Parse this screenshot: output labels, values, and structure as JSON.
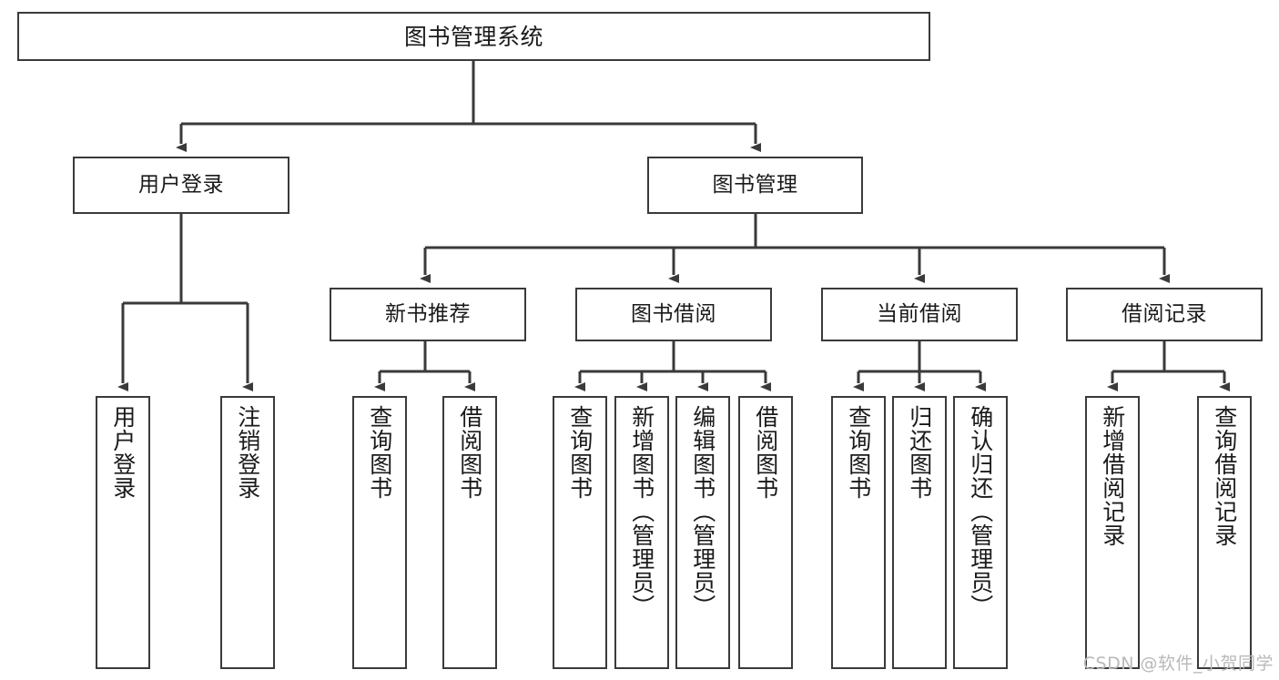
{
  "diagram": {
    "title": "图书管理系统",
    "type": "tree-hierarchy-diagram",
    "colors": {
      "border": "#3a3a3a",
      "background": "#ffffff",
      "text": "#1a1a1a",
      "watermark": "#b9b9b9"
    },
    "root": {
      "label": "图书管理系统"
    },
    "level1": [
      {
        "label": "用户登录"
      },
      {
        "label": "图书管理"
      }
    ],
    "level2": [
      {
        "label": "新书推荐"
      },
      {
        "label": "图书借阅"
      },
      {
        "label": "当前借阅"
      },
      {
        "label": "借阅记录"
      }
    ],
    "leaves": {
      "user_login": [
        {
          "label": "用户登录"
        },
        {
          "label": "注销登录"
        }
      ],
      "new_book_recommend": [
        {
          "label": "查询图书"
        },
        {
          "label": "借阅图书"
        }
      ],
      "book_borrow": [
        {
          "label": "查询图书"
        },
        {
          "label": "新增图书（管理员）"
        },
        {
          "label": "编辑图书（管理员）"
        },
        {
          "label": "借阅图书"
        }
      ],
      "current_borrow": [
        {
          "label": "查询图书"
        },
        {
          "label": "归还图书"
        },
        {
          "label": "确认归还（管理员）"
        }
      ],
      "borrow_record": [
        {
          "label": "新增借阅记录"
        },
        {
          "label": "查询借阅记录"
        }
      ]
    }
  },
  "watermark": {
    "text": "CSDN @软件_小贺同学"
  }
}
